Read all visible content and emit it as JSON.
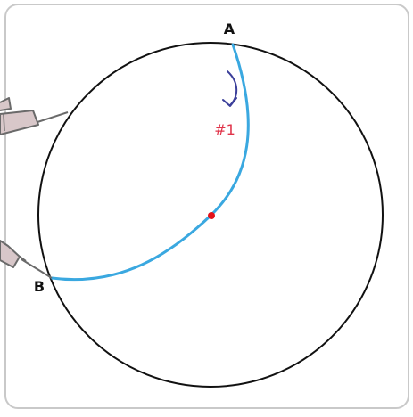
{
  "labels": {
    "point_a": "A",
    "point_b": "B",
    "step": "#1"
  },
  "colors": {
    "panel_border": "#c9c9c9",
    "circle": "#111111",
    "arc": "#3aa8e0",
    "step_label": "#e0344a",
    "arrow": "#3b3f9a",
    "center_dot": "#e3121b",
    "tool_fill": "#d8c7c9",
    "tool_stroke": "#6a6a6a"
  },
  "icons": {
    "step_arrow": "curved-down-arrow-icon",
    "tool_upper": "syringe-tool-icon",
    "tool_lower": "pen-tool-icon"
  }
}
